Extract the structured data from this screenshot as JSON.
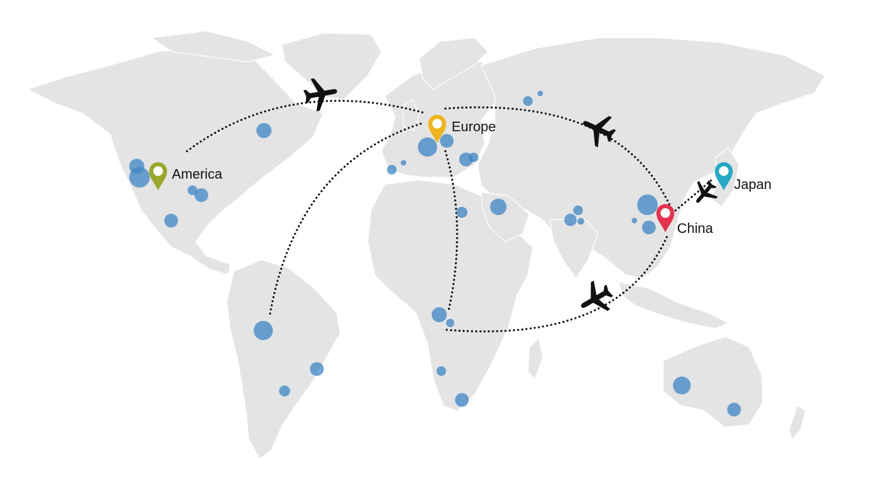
{
  "title": "",
  "colors": {
    "land": "#e4e4e4",
    "bubble": "#3d86c6",
    "route": "#111111",
    "plane": "#111111"
  },
  "locations": [
    {
      "id": "america",
      "label": "America",
      "pin_color": "#9aa82a"
    },
    {
      "id": "europe",
      "label": "Europe",
      "pin_color": "#f0b51c"
    },
    {
      "id": "china",
      "label": "China",
      "pin_color": "#e5334d"
    },
    {
      "id": "japan",
      "label": "Japan",
      "pin_color": "#26a9c4"
    }
  ],
  "routes": [
    {
      "from": "america",
      "to": "europe"
    },
    {
      "from": "europe",
      "to": "china"
    },
    {
      "from": "europe",
      "to": "south-america"
    },
    {
      "from": "europe",
      "to": "central-africa"
    },
    {
      "from": "central-africa",
      "to": "china"
    },
    {
      "from": "china",
      "to": "japan"
    }
  ],
  "icons": [
    "map-pin-icon",
    "airplane-icon"
  ]
}
